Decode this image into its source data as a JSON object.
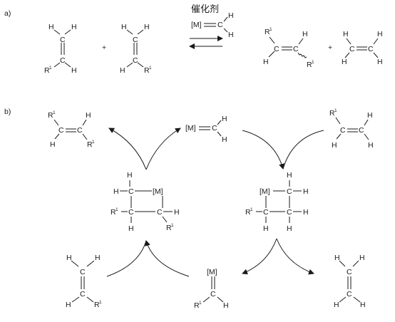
{
  "panel_labels": {
    "a": "a)",
    "b": "b)"
  },
  "atoms": {
    "H": "H",
    "C": "C",
    "R": "R",
    "R_sup": "1",
    "M": "[M]",
    "plus": "+"
  },
  "catalyst": {
    "label": "催化剂"
  }
}
